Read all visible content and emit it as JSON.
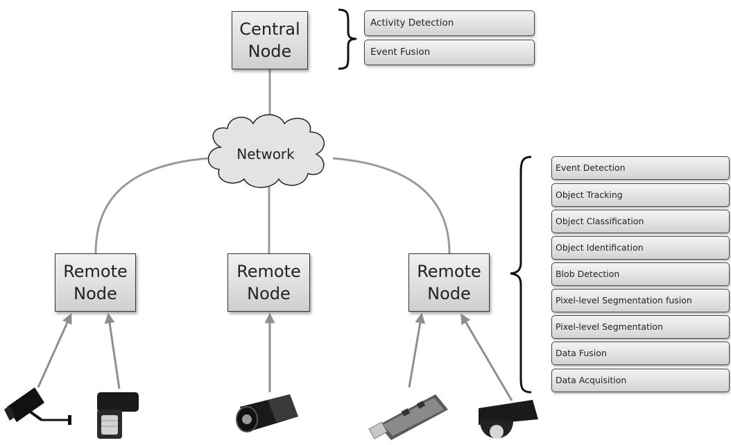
{
  "central_node": {
    "label": "Central\nNode"
  },
  "central_tasks": [
    "Activity Detection",
    "Event Fusion"
  ],
  "network": {
    "label": "Network"
  },
  "remote_nodes": [
    {
      "label": "Remote\nNode"
    },
    {
      "label": "Remote\nNode"
    },
    {
      "label": "Remote\nNode"
    }
  ],
  "remote_tasks": [
    "Event Detection",
    "Object Tracking",
    "Object Classification",
    "Object Identification",
    "Blob Detection",
    "Pixel-level Segmentation fusion",
    "Pixel-level Segmentation",
    "Data Fusion",
    "Data Acquisition"
  ],
  "sensors": [
    {
      "icon": "security-camera-icon"
    },
    {
      "icon": "motion-sensor-icon"
    },
    {
      "icon": "thermal-camera-icon"
    },
    {
      "icon": "usb-sensor-board-icon"
    },
    {
      "icon": "dome-sensor-icon"
    }
  ],
  "colors": {
    "node_border": "#333333",
    "link": "#999999",
    "cloud_fill": "#e3e3e3"
  }
}
